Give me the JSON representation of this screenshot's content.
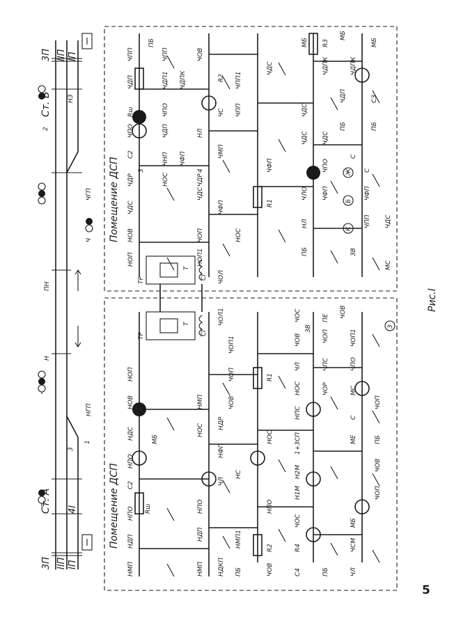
{
  "figure": {
    "caption": "Рис.I",
    "page_number": "5"
  },
  "left_panel": {
    "station": "Ст. А",
    "room": "Помещение ДСП",
    "track_labels": [
      "3П",
      "IIП",
      "IП",
      "4I"
    ],
    "signal_labels": [
      "НГП",
      "Н",
      "1",
      "3"
    ],
    "contact_labels": [
      "НМП",
      "НДП",
      "НПО",
      "Rш",
      "C2",
      "НПО",
      "НДС",
      "НОВ",
      "НОП",
      "МБ",
      "НМП",
      "НДП",
      "НПО",
      "НДКП",
      "ПБ",
      "НОС",
      "НМП",
      "ЧЛ",
      "НФП",
      "НДР",
      "НС",
      "НМП1",
      "ЧОВ",
      "R2",
      "ЧОВ",
      "ЧОП",
      "R1",
      "ЧОП1",
      "НОС",
      "ТР",
      "Т",
      "СГ",
      "ЧОЛ1",
      "НПО",
      "С4",
      "R4",
      "ЧОС",
      "Н1М",
      "Н2М",
      "1+3СП",
      "НПС",
      "НОС",
      "ЧЛ",
      "ЧОВ",
      "ЧОС",
      "ЧОП",
      "ПЕ",
      "ЗВ",
      "ЧПС",
      "ЧОР",
      "ЧОВ",
      "ЧОП1",
      "ЧПО",
      "МС",
      "С",
      "МЕ",
      "ПБ",
      "ЧЛ",
      "ЧСМ",
      "МБ",
      "ЧОП",
      "ЧОВ",
      "ПБ",
      "ЧОП"
    ]
  },
  "right_panel": {
    "station": "Ст. Б",
    "room": "Помещение ДСП",
    "track_labels": [
      "3П",
      "IIП",
      "IП",
      "НЗ",
      "2"
    ],
    "signal_labels": [
      "ЧГП",
      "Ч",
      "ПН"
    ],
    "contact_labels": [
      "ЧПП",
      "ЧДП",
      "ПБ",
      "ЧПП",
      "ЧДП1",
      "ЧПО",
      "ЧДПК",
      "ЧОВ",
      "R2",
      "Rш",
      "ЧПО",
      "С2",
      "ЧДП",
      "НЛ",
      "ЧФП",
      "ЧМП",
      "ЧС",
      "ЧПП1",
      "ЧДР",
      "ЧДС",
      "НОС",
      "ЧНП",
      "ЧПП",
      "ЧДР",
      "3",
      "4",
      "НОВ",
      "НОП",
      "ЧФП",
      "R1",
      "ЧОП",
      "НОП1",
      "ЧДС",
      "НОС",
      "ЧДС",
      "ЧФП",
      "ЧЛО",
      "НЛ",
      "ПБ",
      "ТР",
      "Т",
      "СГ",
      "ЧОЛ",
      "ЧДС",
      "ЧПО",
      "ЧФП",
      "ЧДС",
      "ЧДС",
      "МБ",
      "ЧДПК",
      "МБ",
      "ЧДП",
      "R3",
      "ПБ",
      "ЧДПК",
      "С3",
      "ПБ",
      "МБ",
      "ЗВ",
      "ЧПП",
      "ЧФП",
      "С",
      "МС",
      "ЧДС",
      "С"
    ]
  },
  "symbols": {
    "lamp_k": "К",
    "lamp_b": "Б",
    "lamp_zh": "Ж",
    "lamp_z": "З"
  }
}
